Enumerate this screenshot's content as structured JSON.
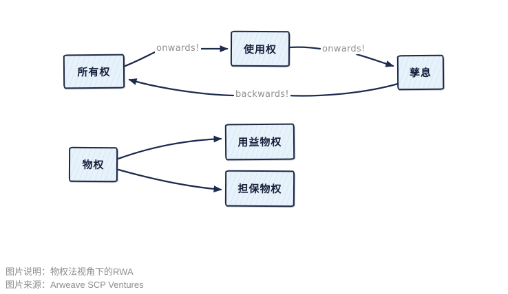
{
  "diagram": {
    "title_flow": {
      "nodes": {
        "ownership": "所有权",
        "usage": "使用权",
        "fruits": "孳息"
      },
      "edges": {
        "onwards_1": "onwards!",
        "onwards_2": "onwards!",
        "backwards": "backwards!"
      }
    },
    "property_tree": {
      "root": "物权",
      "children": {
        "usufruct": "用益物权",
        "security": "担保物权"
      }
    },
    "colors": {
      "node_fill": "#e7f2fb",
      "node_border": "#1c2742",
      "arrow": "#1c2b4e",
      "edge_label_text": "#8f8f8f",
      "caption_text": "#8d8d8d"
    }
  },
  "caption": {
    "description": "图片说明：物权法视角下的RWA",
    "source": "图片来源：Arweave SCP Ventures"
  }
}
